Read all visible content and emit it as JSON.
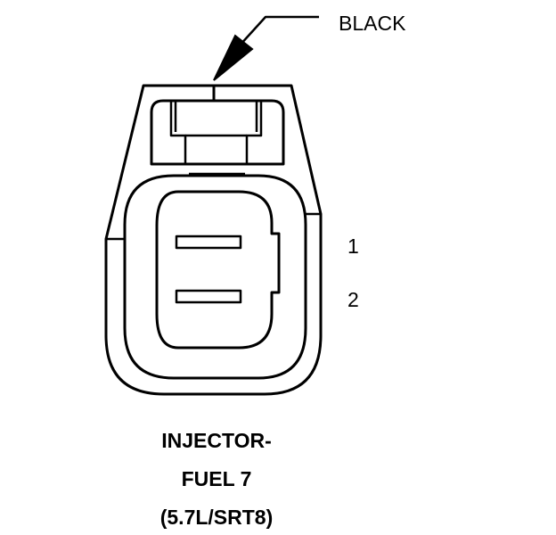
{
  "connector": {
    "color_label": "BLACK",
    "pins": [
      {
        "number": "1"
      },
      {
        "number": "2"
      }
    ],
    "caption": {
      "line1": "INJECTOR-",
      "line2": "FUEL 7",
      "line3": "(5.7L/SRT8)"
    }
  },
  "colors": {
    "line": "#000000",
    "background": "#ffffff"
  }
}
